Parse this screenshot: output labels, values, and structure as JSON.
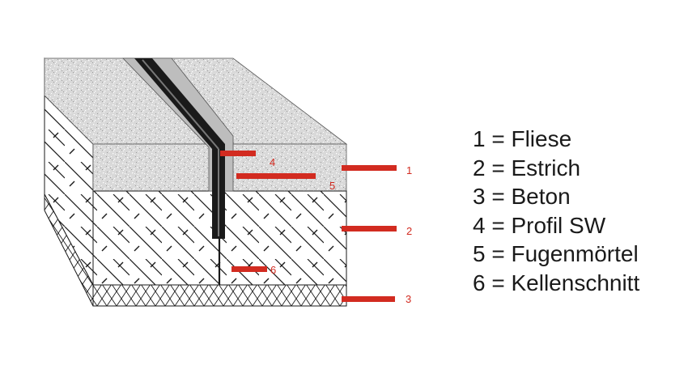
{
  "callouts": [
    {
      "number": "1",
      "target": "Fliese"
    },
    {
      "number": "2",
      "target": "Estrich"
    },
    {
      "number": "3",
      "target": "Beton"
    },
    {
      "number": "4",
      "target": "Profil SW"
    },
    {
      "number": "5",
      "target": "Fugenmörtel"
    },
    {
      "number": "6",
      "target": "Kellenschnitt"
    }
  ],
  "legend": [
    "1 = Fliese",
    "2 = Estrich",
    "3 = Beton",
    "4 = Profil SW",
    "5 = Fugenmörtel",
    "6 = Kellenschnitt"
  ],
  "colors": {
    "callout": "#d22b20",
    "tile": "#d9d9d9",
    "grout": "#bdbdbd",
    "profile": "#1a1a1a",
    "hatch": "#1a1a1a",
    "background": "#ffffff"
  }
}
